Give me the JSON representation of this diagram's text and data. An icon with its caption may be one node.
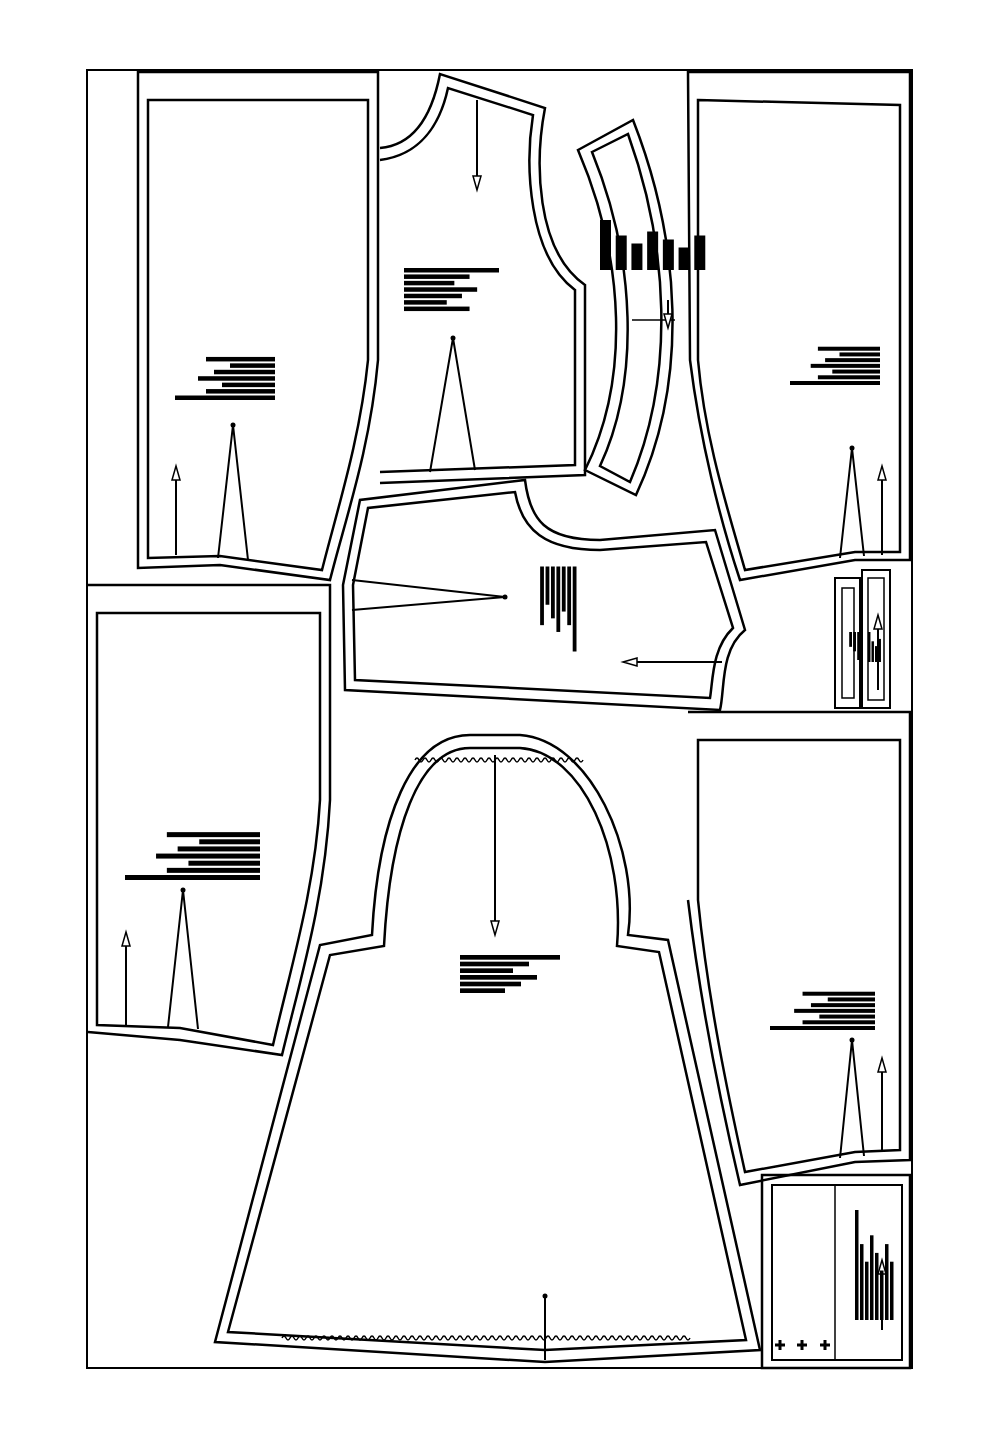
{
  "diagram": {
    "nodes": [
      {
        "text": [],
        "shape": "picture"
      },
      {
        "text": [],
        "shape": "picture"
      },
      {
        "text": [],
        "shape": "picture"
      },
      {
        "text": [],
        "shape": "picture"
      },
      {
        "text": [],
        "shape": "picture"
      },
      {
        "text": [],
        "shape": "picture"
      },
      {
        "text": [],
        "shape": "picture"
      },
      {
        "text": [],
        "shape": "picture"
      },
      {
        "text": [],
        "shape": "picture"
      },
      {
        "text": [],
        "shape": "picture"
      }
    ]
  }
}
